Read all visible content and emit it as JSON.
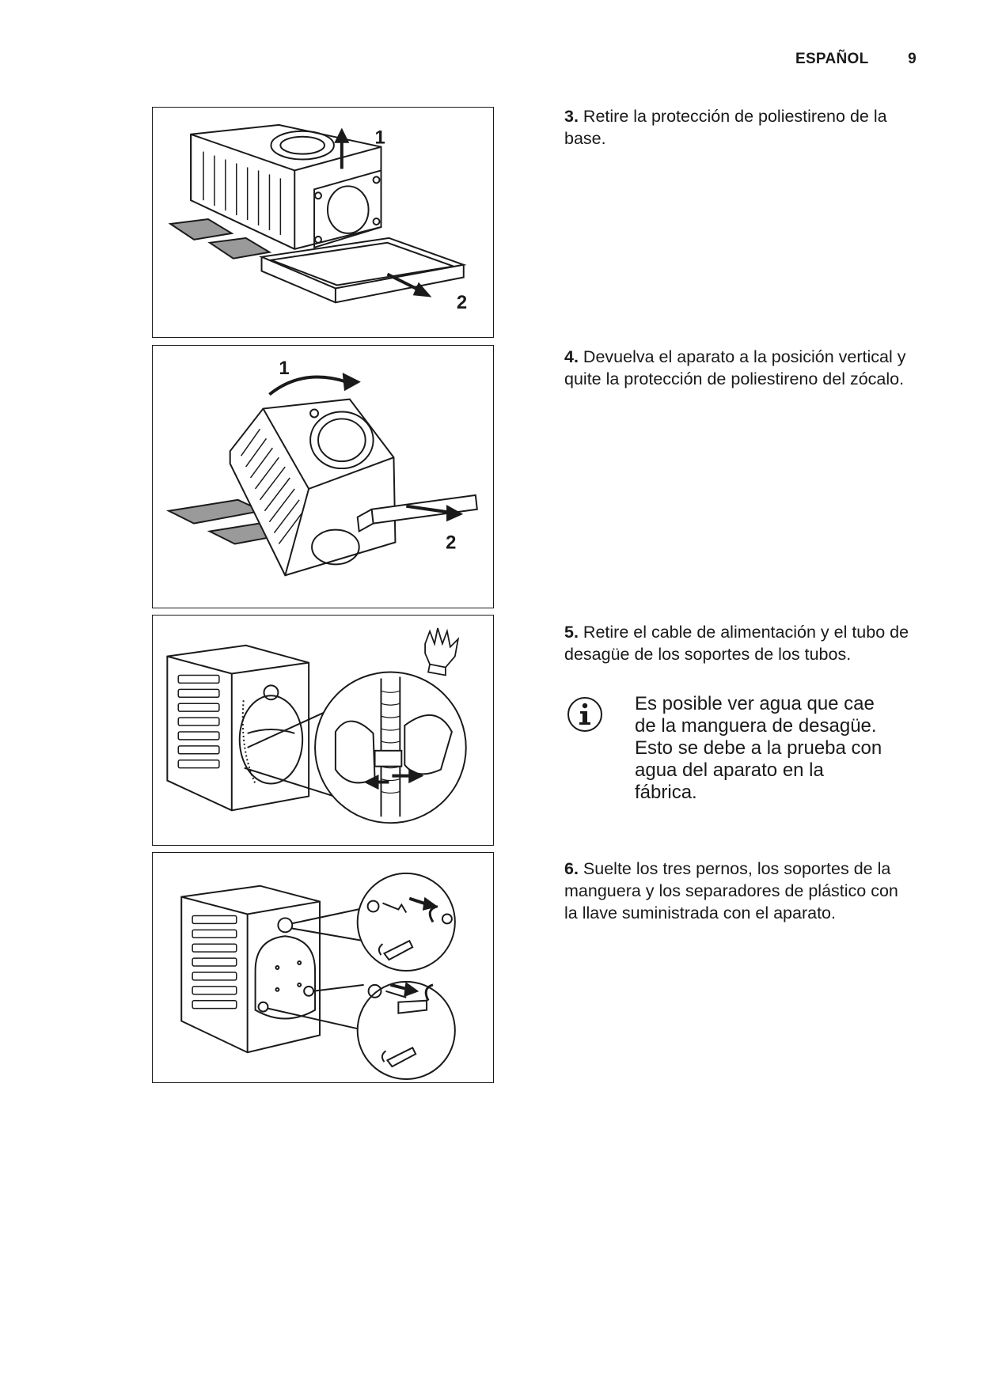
{
  "header": {
    "language": "ESPAÑOL",
    "page_number": "9"
  },
  "steps": [
    {
      "number": "3.",
      "text": "Retire la protección de poliestireno de la base."
    },
    {
      "number": "4.",
      "text": "Devuelva el aparato a la posición vertical y quite la protección de poliestireno del zócalo."
    },
    {
      "number": "5.",
      "text": "Retire el cable de alimentación y el tubo de desagüe de los soportes de los tubos."
    },
    {
      "number": "6.",
      "text": "Suelte los tres pernos, los soportes de la manguera y los separadores de plástico con la llave suministrada con el aparato."
    }
  ],
  "note": {
    "icon": "info-icon",
    "text": "Es posible ver agua que cae de la manguera de desagüe. Esto se debe a la prueba con agua del aparato en la fábrica."
  },
  "figures": [
    {
      "callouts": [
        "1",
        "2"
      ]
    },
    {
      "callouts": [
        "1",
        "2"
      ]
    },
    {
      "icon": "glove-icon"
    },
    {
      "icon": "wrench-icon"
    }
  ]
}
